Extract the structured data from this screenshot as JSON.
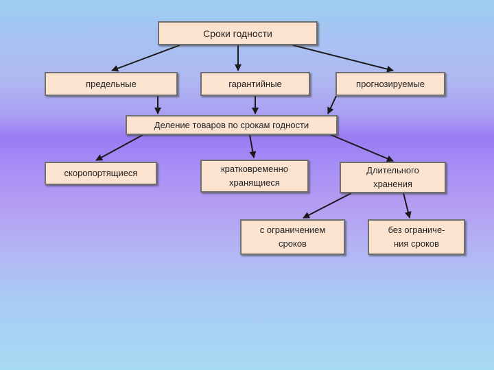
{
  "diagram": {
    "root": "Сроки годности",
    "level1": [
      "предельные",
      "гарантийные",
      "прогнозируемые"
    ],
    "center": "Деление товаров по срокам годности",
    "level2": {
      "perishable": "скоропортящиеся",
      "short_term": [
        "кратковременно",
        "хранящиеся"
      ],
      "long_term": [
        "Длительного",
        "хранения"
      ]
    },
    "level3": {
      "limited": [
        "с ограничением",
        "сроков"
      ],
      "unlimited": [
        "без ограниче-",
        "ния сроков"
      ]
    }
  },
  "colors": {
    "box_fill": "#fce3d0",
    "box_border": "#6f6f6f",
    "arrow": "#1a1a1a"
  }
}
